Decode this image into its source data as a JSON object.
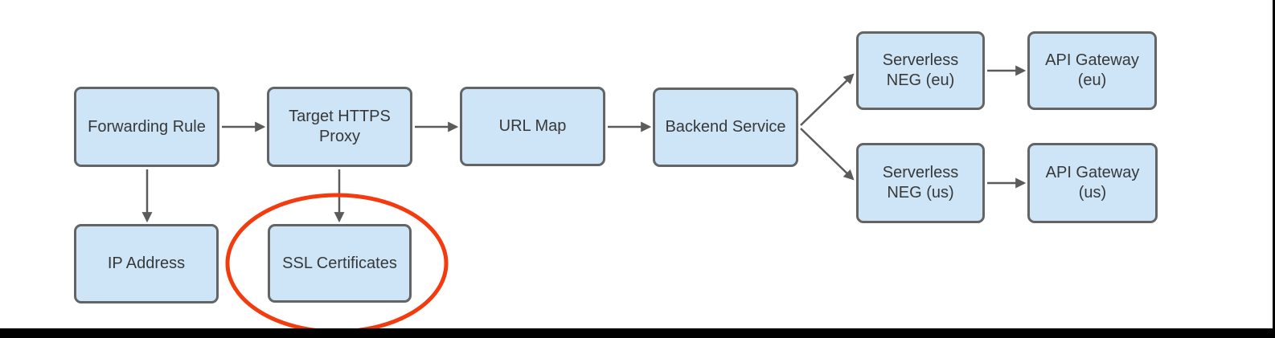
{
  "colors": {
    "background": "#ffffff",
    "node_fill": "#cde5f7",
    "node_border": "#646464",
    "node_text": "#383838",
    "arrow": "#5b5b5b",
    "highlight": "#f43b0f",
    "frame": "#010101"
  },
  "nodes": [
    {
      "id": "forwarding-rule",
      "label": "Forwarding Rule"
    },
    {
      "id": "target-https-proxy",
      "label": "Target HTTPS Proxy"
    },
    {
      "id": "url-map",
      "label": "URL Map"
    },
    {
      "id": "backend-service",
      "label": "Backend Service"
    },
    {
      "id": "serverless-neg-eu",
      "label": "Serverless NEG (eu)"
    },
    {
      "id": "api-gateway-eu",
      "label": "API Gateway (eu)"
    },
    {
      "id": "serverless-neg-us",
      "label": "Serverless NEG (us)"
    },
    {
      "id": "api-gateway-us",
      "label": "API Gateway (us)"
    },
    {
      "id": "ip-address",
      "label": "IP Address"
    },
    {
      "id": "ssl-certificates",
      "label": "SSL Certificates"
    }
  ],
  "edges": [
    {
      "from": "forwarding-rule",
      "to": "target-https-proxy"
    },
    {
      "from": "target-https-proxy",
      "to": "url-map"
    },
    {
      "from": "url-map",
      "to": "backend-service"
    },
    {
      "from": "backend-service",
      "to": "serverless-neg-eu"
    },
    {
      "from": "backend-service",
      "to": "serverless-neg-us"
    },
    {
      "from": "serverless-neg-eu",
      "to": "api-gateway-eu"
    },
    {
      "from": "serverless-neg-us",
      "to": "api-gateway-us"
    },
    {
      "from": "forwarding-rule",
      "to": "ip-address"
    },
    {
      "from": "target-https-proxy",
      "to": "ssl-certificates"
    }
  ],
  "annotation": {
    "shape": "ellipse",
    "highlights": "ssl-certificates",
    "color": "#f43b0f"
  }
}
